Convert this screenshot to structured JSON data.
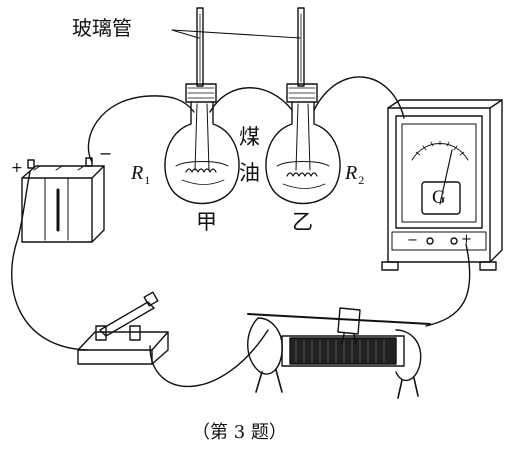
{
  "labels": {
    "glass_tube": "玻璃管",
    "r1": "R",
    "r1_sub": "1",
    "r2": "R",
    "r2_sub": "2",
    "kerosene_1": "煤",
    "kerosene_2": "油",
    "flask_a": "甲",
    "flask_b": "乙",
    "meter_letter": "G",
    "battery_plus": "+",
    "battery_minus": "−",
    "meter_minus": "−",
    "meter_plus": "+",
    "caption": "（第 3 题）"
  },
  "colors": {
    "ink": "#111111",
    "background": "#ffffff"
  }
}
